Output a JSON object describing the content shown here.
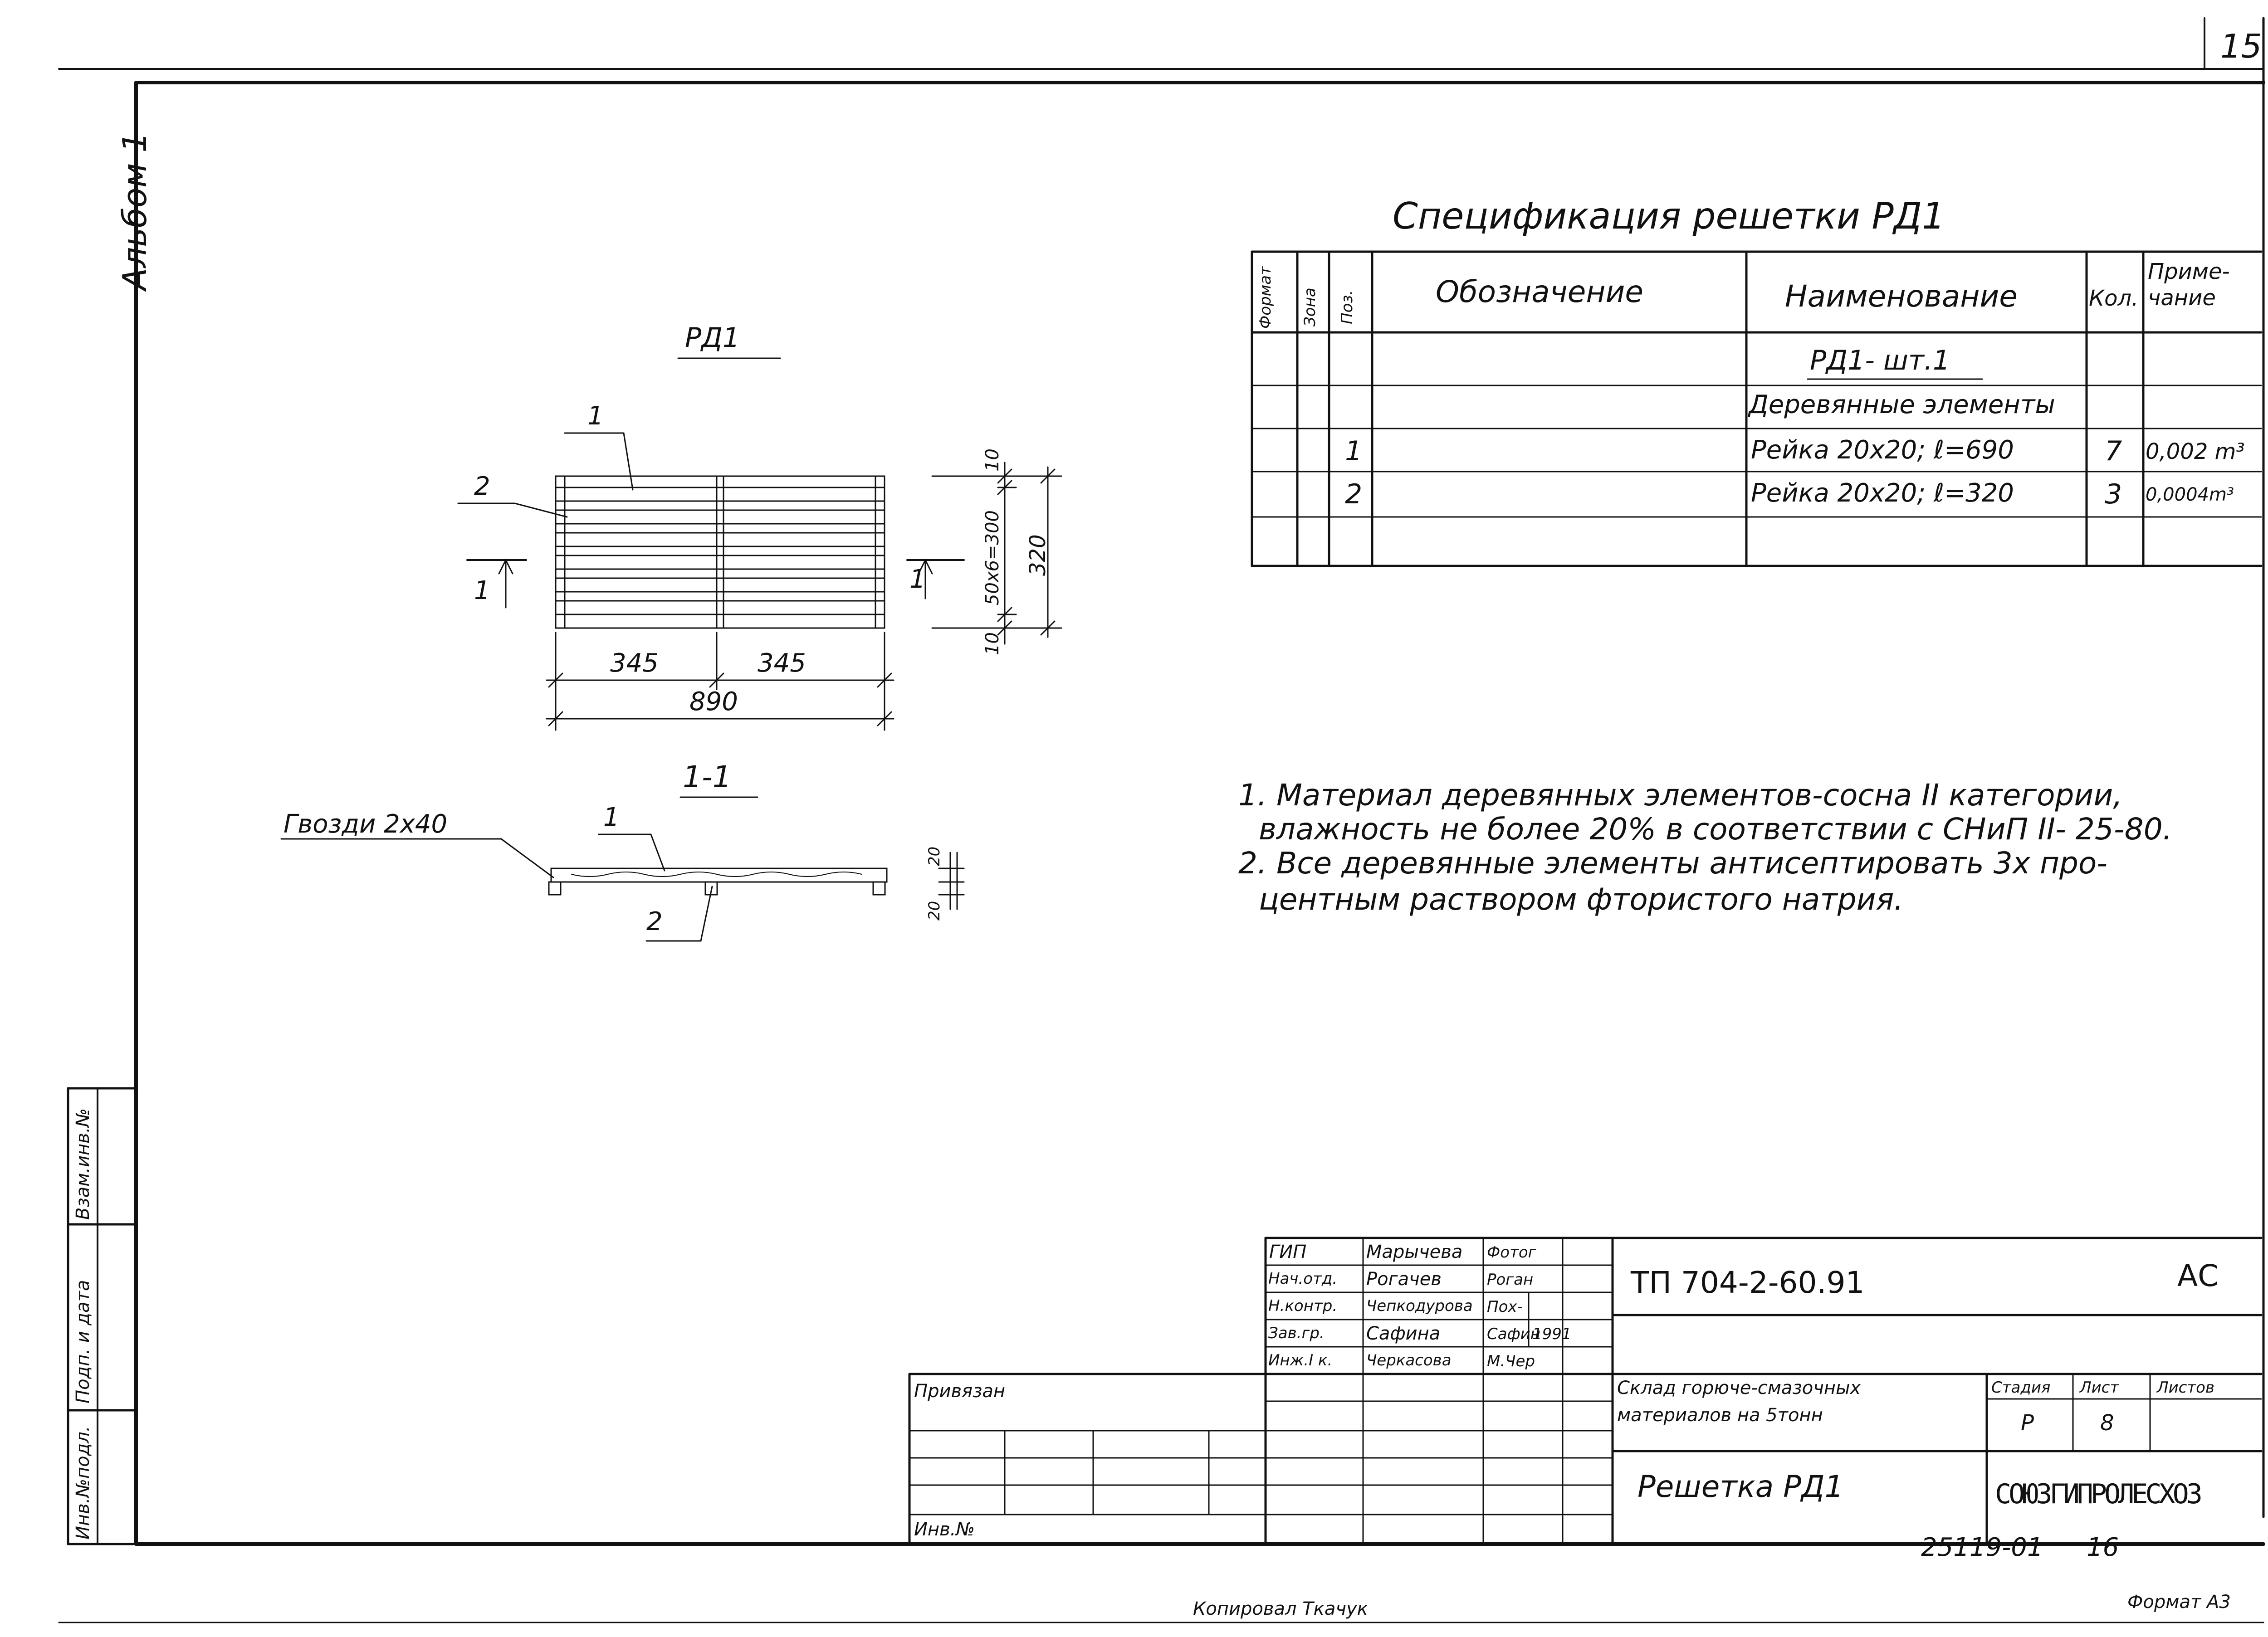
{
  "sheet_number": "15",
  "album_label": "Альбом 1",
  "spec": {
    "title": "Спецификация решетки РД1",
    "headers": {
      "format": "Формат",
      "zone": "Зона",
      "pos": "Поз.",
      "designation": "Обозначение",
      "name": "Наименование",
      "qty": "Кол.",
      "note": "Приме-чание"
    },
    "rows": [
      {
        "pos": "",
        "name": "РД1- шт.1",
        "qty": "",
        "note": ""
      },
      {
        "pos": "",
        "name": "Деревянные элементы",
        "qty": "",
        "note": ""
      },
      {
        "pos": "1",
        "name": "Рейка 20х20; ℓ=690",
        "qty": "7",
        "note": "0,002 m³"
      },
      {
        "pos": "2",
        "name": "Рейка 20х20; ℓ=320",
        "qty": "3",
        "note": "0,0004m³"
      },
      {
        "pos": "",
        "name": "",
        "qty": "",
        "note": ""
      }
    ]
  },
  "plan": {
    "title": "РД1",
    "callout_1": "1",
    "callout_2": "2",
    "section_mark_left": "1",
    "section_mark_right": "1",
    "dim_345_left": "345",
    "dim_345_right": "345",
    "dim_890": "890",
    "dim_10_top": "10",
    "dim_50x6": "50х6=300",
    "dim_10_bottom": "10",
    "dim_320": "320"
  },
  "section": {
    "title": "1-1",
    "nails_label": "Гвозди 2х40",
    "callout_1": "1",
    "callout_2": "2",
    "dim_20_a": "20",
    "dim_20_b": "20"
  },
  "notes": [
    "1. Материал деревянных элементов-сосна II категории,",
    "влажность не более 20% в соответствии с СНиП II- 25-80.",
    "2. Все деревянные элементы антисептировать 3х про-",
    "центным раствором фтористого натрия."
  ],
  "stamp": {
    "roles": [
      {
        "role": "ГИП",
        "name": "Марычева",
        "sign": "Фотог"
      },
      {
        "role": "Нач.отд.",
        "name": "Рогачев",
        "sign": "Роган"
      },
      {
        "role": "Н.контр.",
        "name": "Чепкодурова",
        "sign": "Пох-"
      },
      {
        "role": "Зав.гр.",
        "name": "Сафина",
        "sign": "Сафин"
      },
      {
        "role": "Инж.I к.",
        "name": "Черкасова",
        "sign": "М.Чер"
      }
    ],
    "year": "1991",
    "privyazan": "Привязан",
    "inv_no": "Инв.№",
    "project_code": "ТП 704-2-60.91",
    "section_code": "АС",
    "object_name_1": "Склад горюче-смазочных",
    "object_name_2": "материалов на 5тонн",
    "stage_label": "Стадия",
    "sheet_label": "Лист",
    "sheets_label": "Листов",
    "stage": "Р",
    "sheet": "8",
    "sheets": "",
    "drawing_name": "Решетка РД1",
    "organization": "СОЮЗГИПРОЛЕСХОЗ"
  },
  "side_stamp": {
    "inv_orig": "Инв.№подл.",
    "sign_date": "Подп. и дата",
    "replace_inv": "Взам.инв.№"
  },
  "archive_no": "25119-01",
  "archive_page": "16",
  "copied_by": "Копировал Ткачук",
  "format_label": "Формат А3"
}
